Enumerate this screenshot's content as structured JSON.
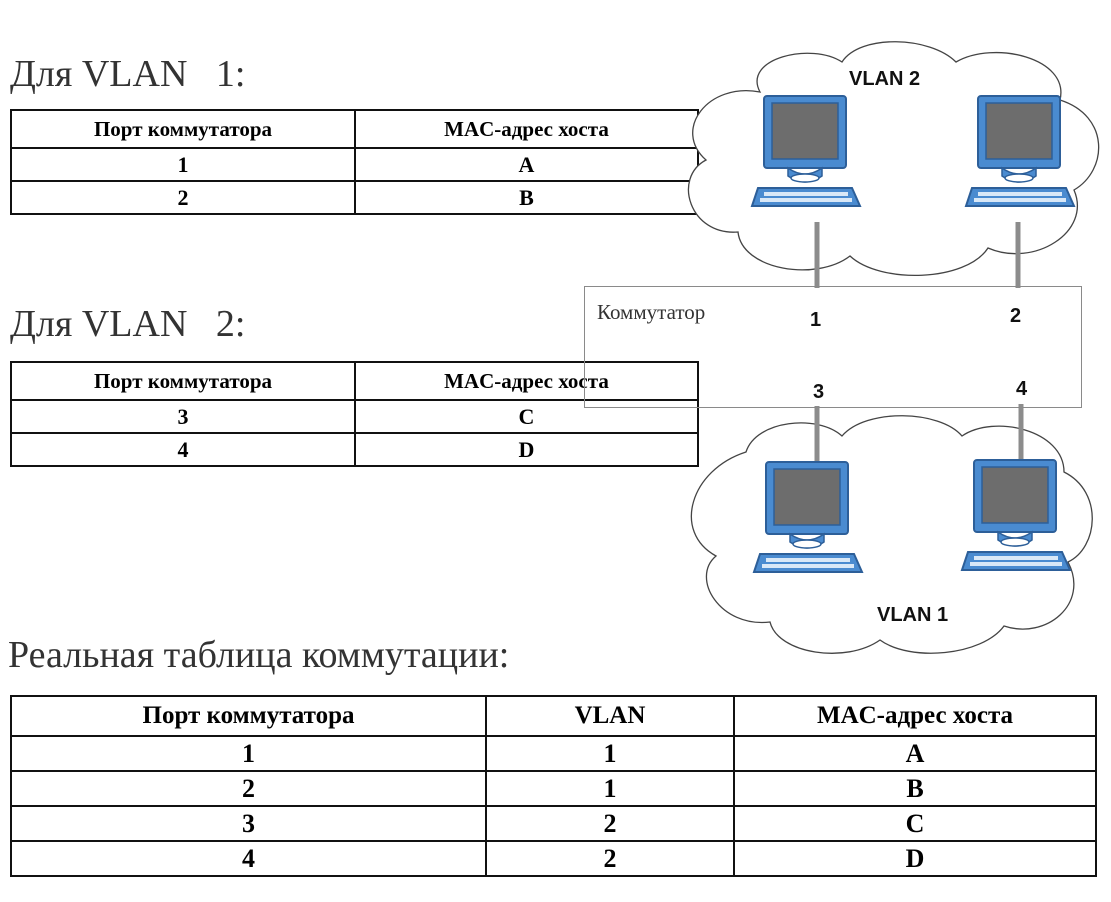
{
  "vlan1_section": {
    "heading": "Для VLAN   1:",
    "columns": [
      "Порт коммутатора",
      "MAC-адрес хоста"
    ],
    "rows": [
      [
        "1",
        "A"
      ],
      [
        "2",
        "B"
      ]
    ]
  },
  "vlan2_section": {
    "heading": "Для VLAN   2:",
    "columns": [
      "Порт коммутатора",
      "MAC-адрес хоста"
    ],
    "rows": [
      [
        "3",
        "C"
      ],
      [
        "4",
        "D"
      ]
    ]
  },
  "real_table": {
    "heading": "Реальная таблица коммутации:",
    "columns": [
      "Порт коммутатора",
      "VLAN",
      "MAC-адрес хоста"
    ],
    "rows": [
      [
        "1",
        "1",
        "A"
      ],
      [
        "2",
        "1",
        "B"
      ],
      [
        "3",
        "2",
        "C"
      ],
      [
        "4",
        "2",
        "D"
      ]
    ]
  },
  "diagram": {
    "switch_label": "Коммутатор",
    "ports": [
      "1",
      "2",
      "3",
      "4"
    ],
    "cloud_top_label": "VLAN 2",
    "cloud_bottom_label": "VLAN 1",
    "icons": [
      "computer-icon",
      "cloud-icon"
    ],
    "colors": {
      "monitor_frame": "#3f7fc4",
      "screen": "#6b6b6b",
      "cable": "#8c8c8c"
    }
  }
}
